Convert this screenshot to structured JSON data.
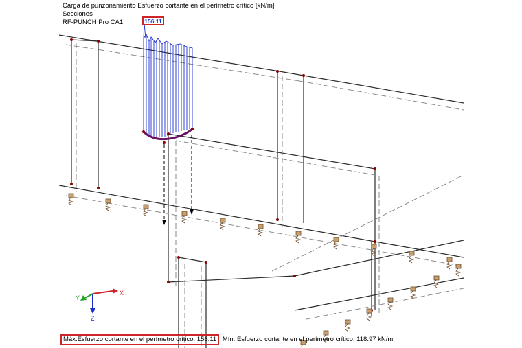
{
  "header": {
    "line1": "Carga de punzonamiento Esfuerzo cortante en el perímetro crítico [kN/m]",
    "line2": "Secciones",
    "line3": "RF-PUNCH Pro CA1"
  },
  "max_label": "156.11",
  "axes": {
    "x": "X",
    "y": "Y",
    "z": "Z"
  },
  "status": {
    "max_text": "Máx.Esfuerzo cortante en el perímetro crítico: 156.11",
    "min_text": "Mín. Esfuerzo cortante en el perímetro crítico: 118.97 kN/m"
  },
  "colors": {
    "diagram": "#1a2fd0",
    "highlight": "#d0242b",
    "support": "#c8a070",
    "node": "#8b0000"
  }
}
